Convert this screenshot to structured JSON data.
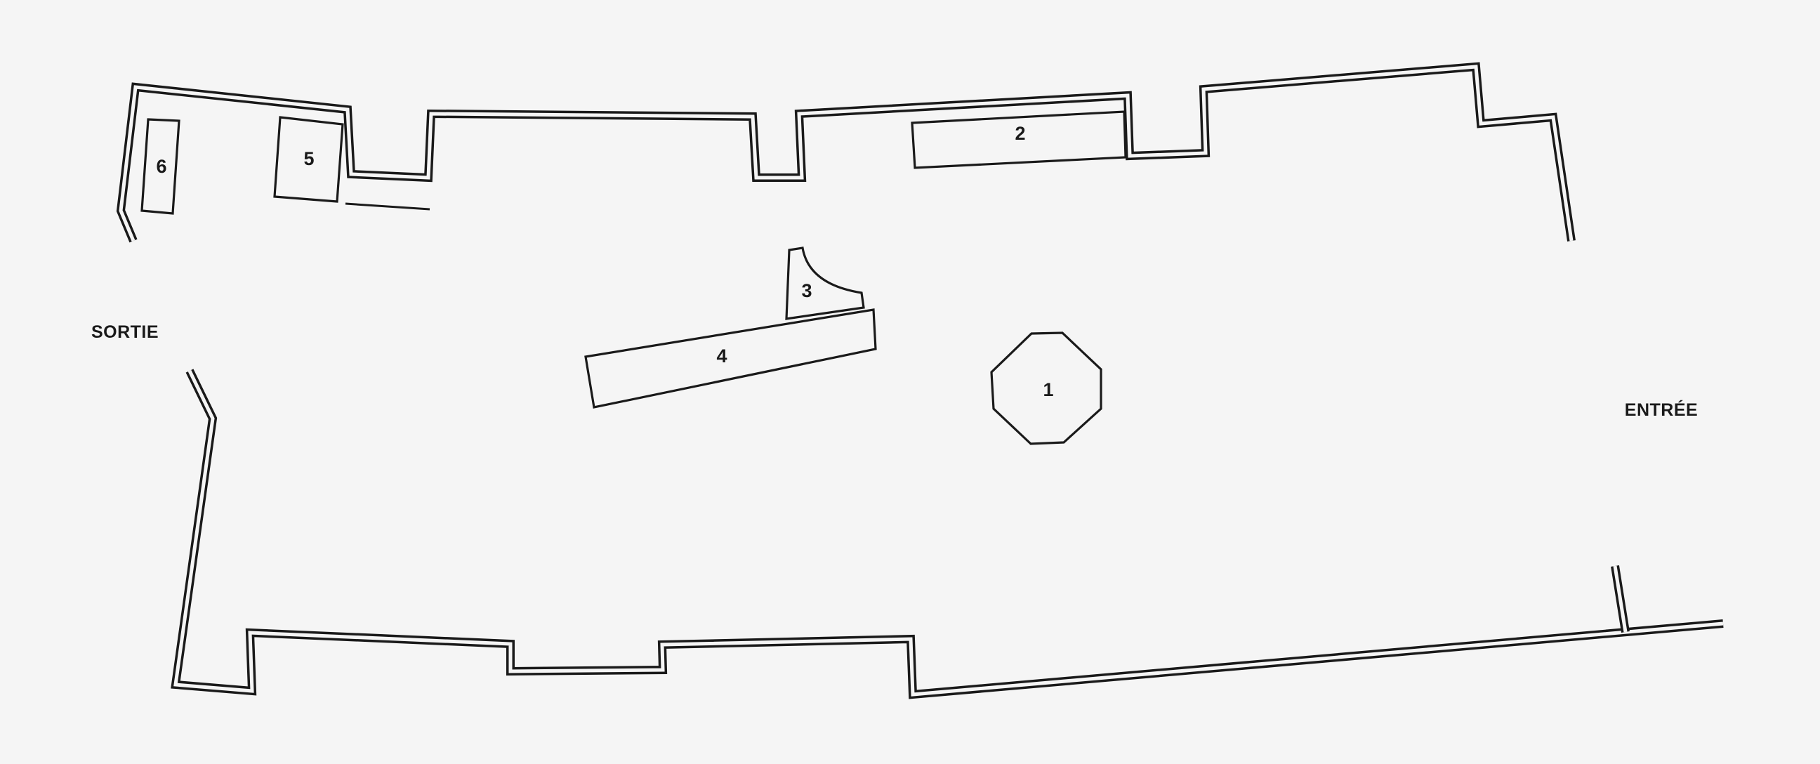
{
  "colors": {
    "ink": "#1a1a1a",
    "paper": "#f5f5f5"
  },
  "labels": {
    "exit": "SORTIE",
    "entrance": "ENTRÉE"
  },
  "pieces": [
    {
      "number": "1",
      "shape": "octagon"
    },
    {
      "number": "2",
      "shape": "rectangle"
    },
    {
      "number": "3",
      "shape": "curved-wedge"
    },
    {
      "number": "4",
      "shape": "rectangle"
    },
    {
      "number": "5",
      "shape": "rectangle"
    },
    {
      "number": "6",
      "shape": "rectangle"
    }
  ]
}
